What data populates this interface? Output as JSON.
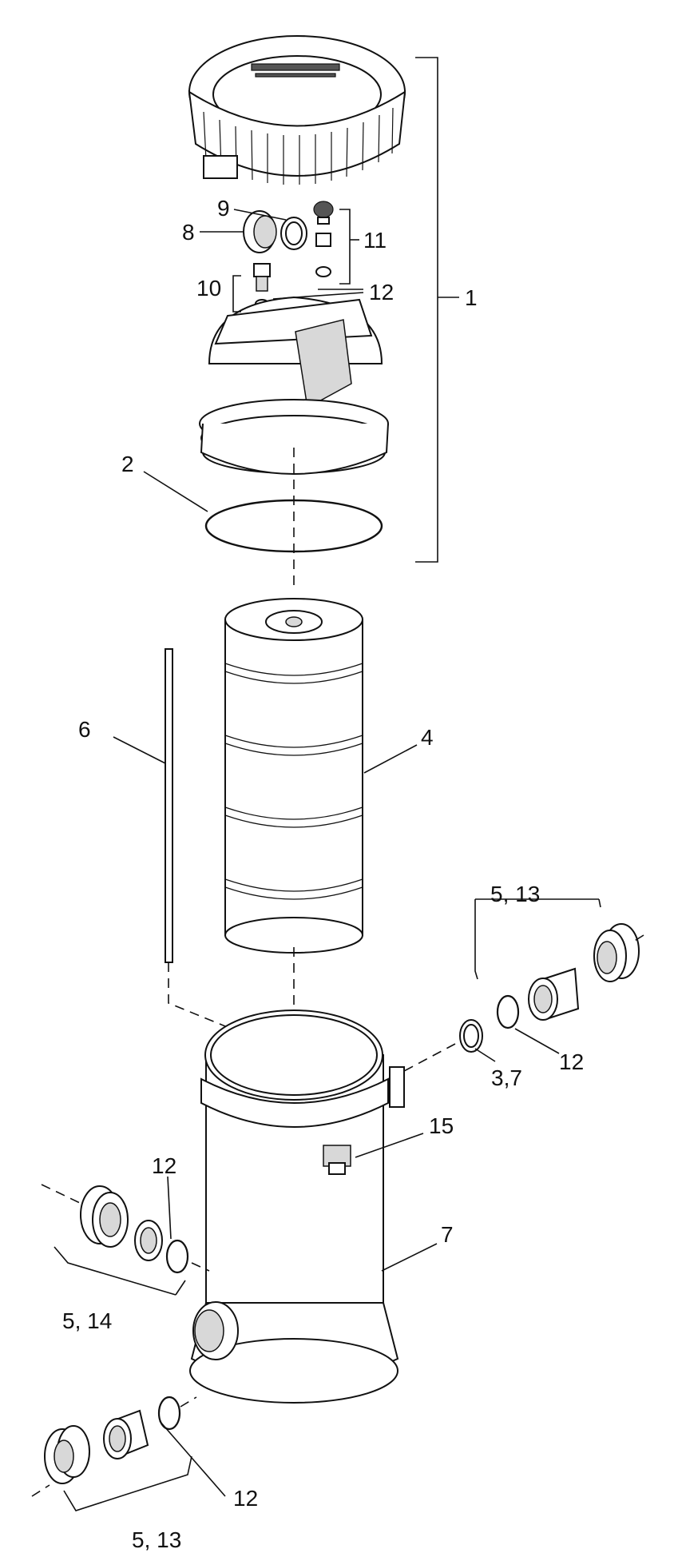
{
  "callouts": {
    "c1": "1",
    "c2": "2",
    "c4": "4",
    "c6": "6",
    "c7": "7",
    "c8": "8",
    "c9": "9",
    "c10": "10",
    "c11": "11",
    "c12_top": "12",
    "c12_right": "12",
    "c12_left": "12",
    "c12_bottom": "12",
    "c3_7": "3,7",
    "c15": "15",
    "c5_13_top": "5, 13",
    "c5_14": "5, 14",
    "c5_13_bottom": "5, 13"
  }
}
